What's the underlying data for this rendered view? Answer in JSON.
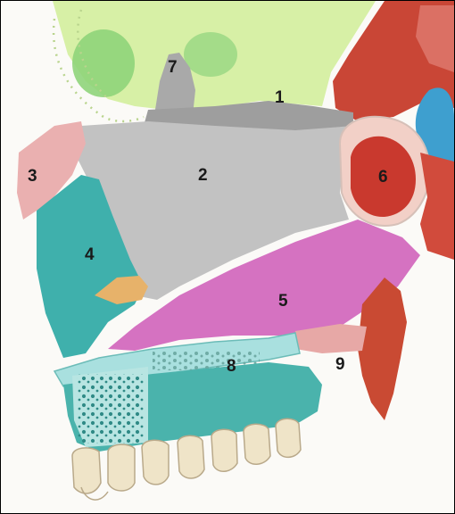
{
  "illustration": {
    "subject": "anatomical watercolor drawing, sagittal section of skull / nasal region",
    "labels": [
      "1",
      "2",
      "3",
      "4",
      "5",
      "6",
      "7",
      "8",
      "9"
    ]
  }
}
